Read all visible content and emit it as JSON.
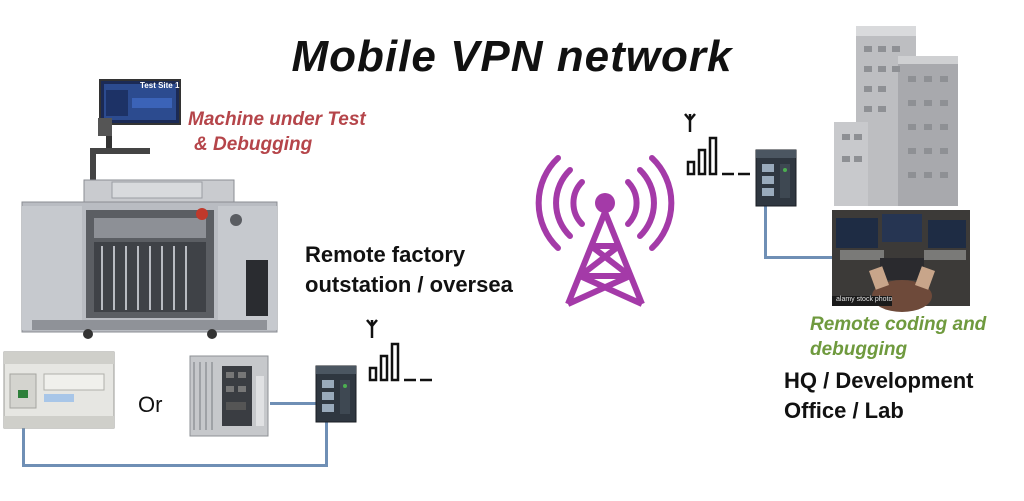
{
  "title": "Mobile VPN network",
  "machine_label": {
    "line1": "Machine under Test",
    "line2": "& Debugging"
  },
  "monitor_text": "Test Site 1",
  "factory_label": {
    "line1": "Remote factory",
    "line2": "outstation / oversea"
  },
  "or_label": "Or",
  "coding_label": {
    "line1": "Remote coding and",
    "line2": "debugging"
  },
  "hq_label": {
    "line1": "HQ / Development",
    "line2": "Office / Lab"
  },
  "stock_watermark": "alamy stock photo",
  "colors": {
    "tower": "#a43aa8",
    "cable": "#6f8fb5",
    "red_label": "#b5454a",
    "green_label": "#6f9a3e"
  },
  "icons": [
    "cell-tower-icon",
    "signal-bars-icon",
    "router-icon",
    "plc-icon",
    "industrial-pc-icon",
    "building-icon"
  ]
}
